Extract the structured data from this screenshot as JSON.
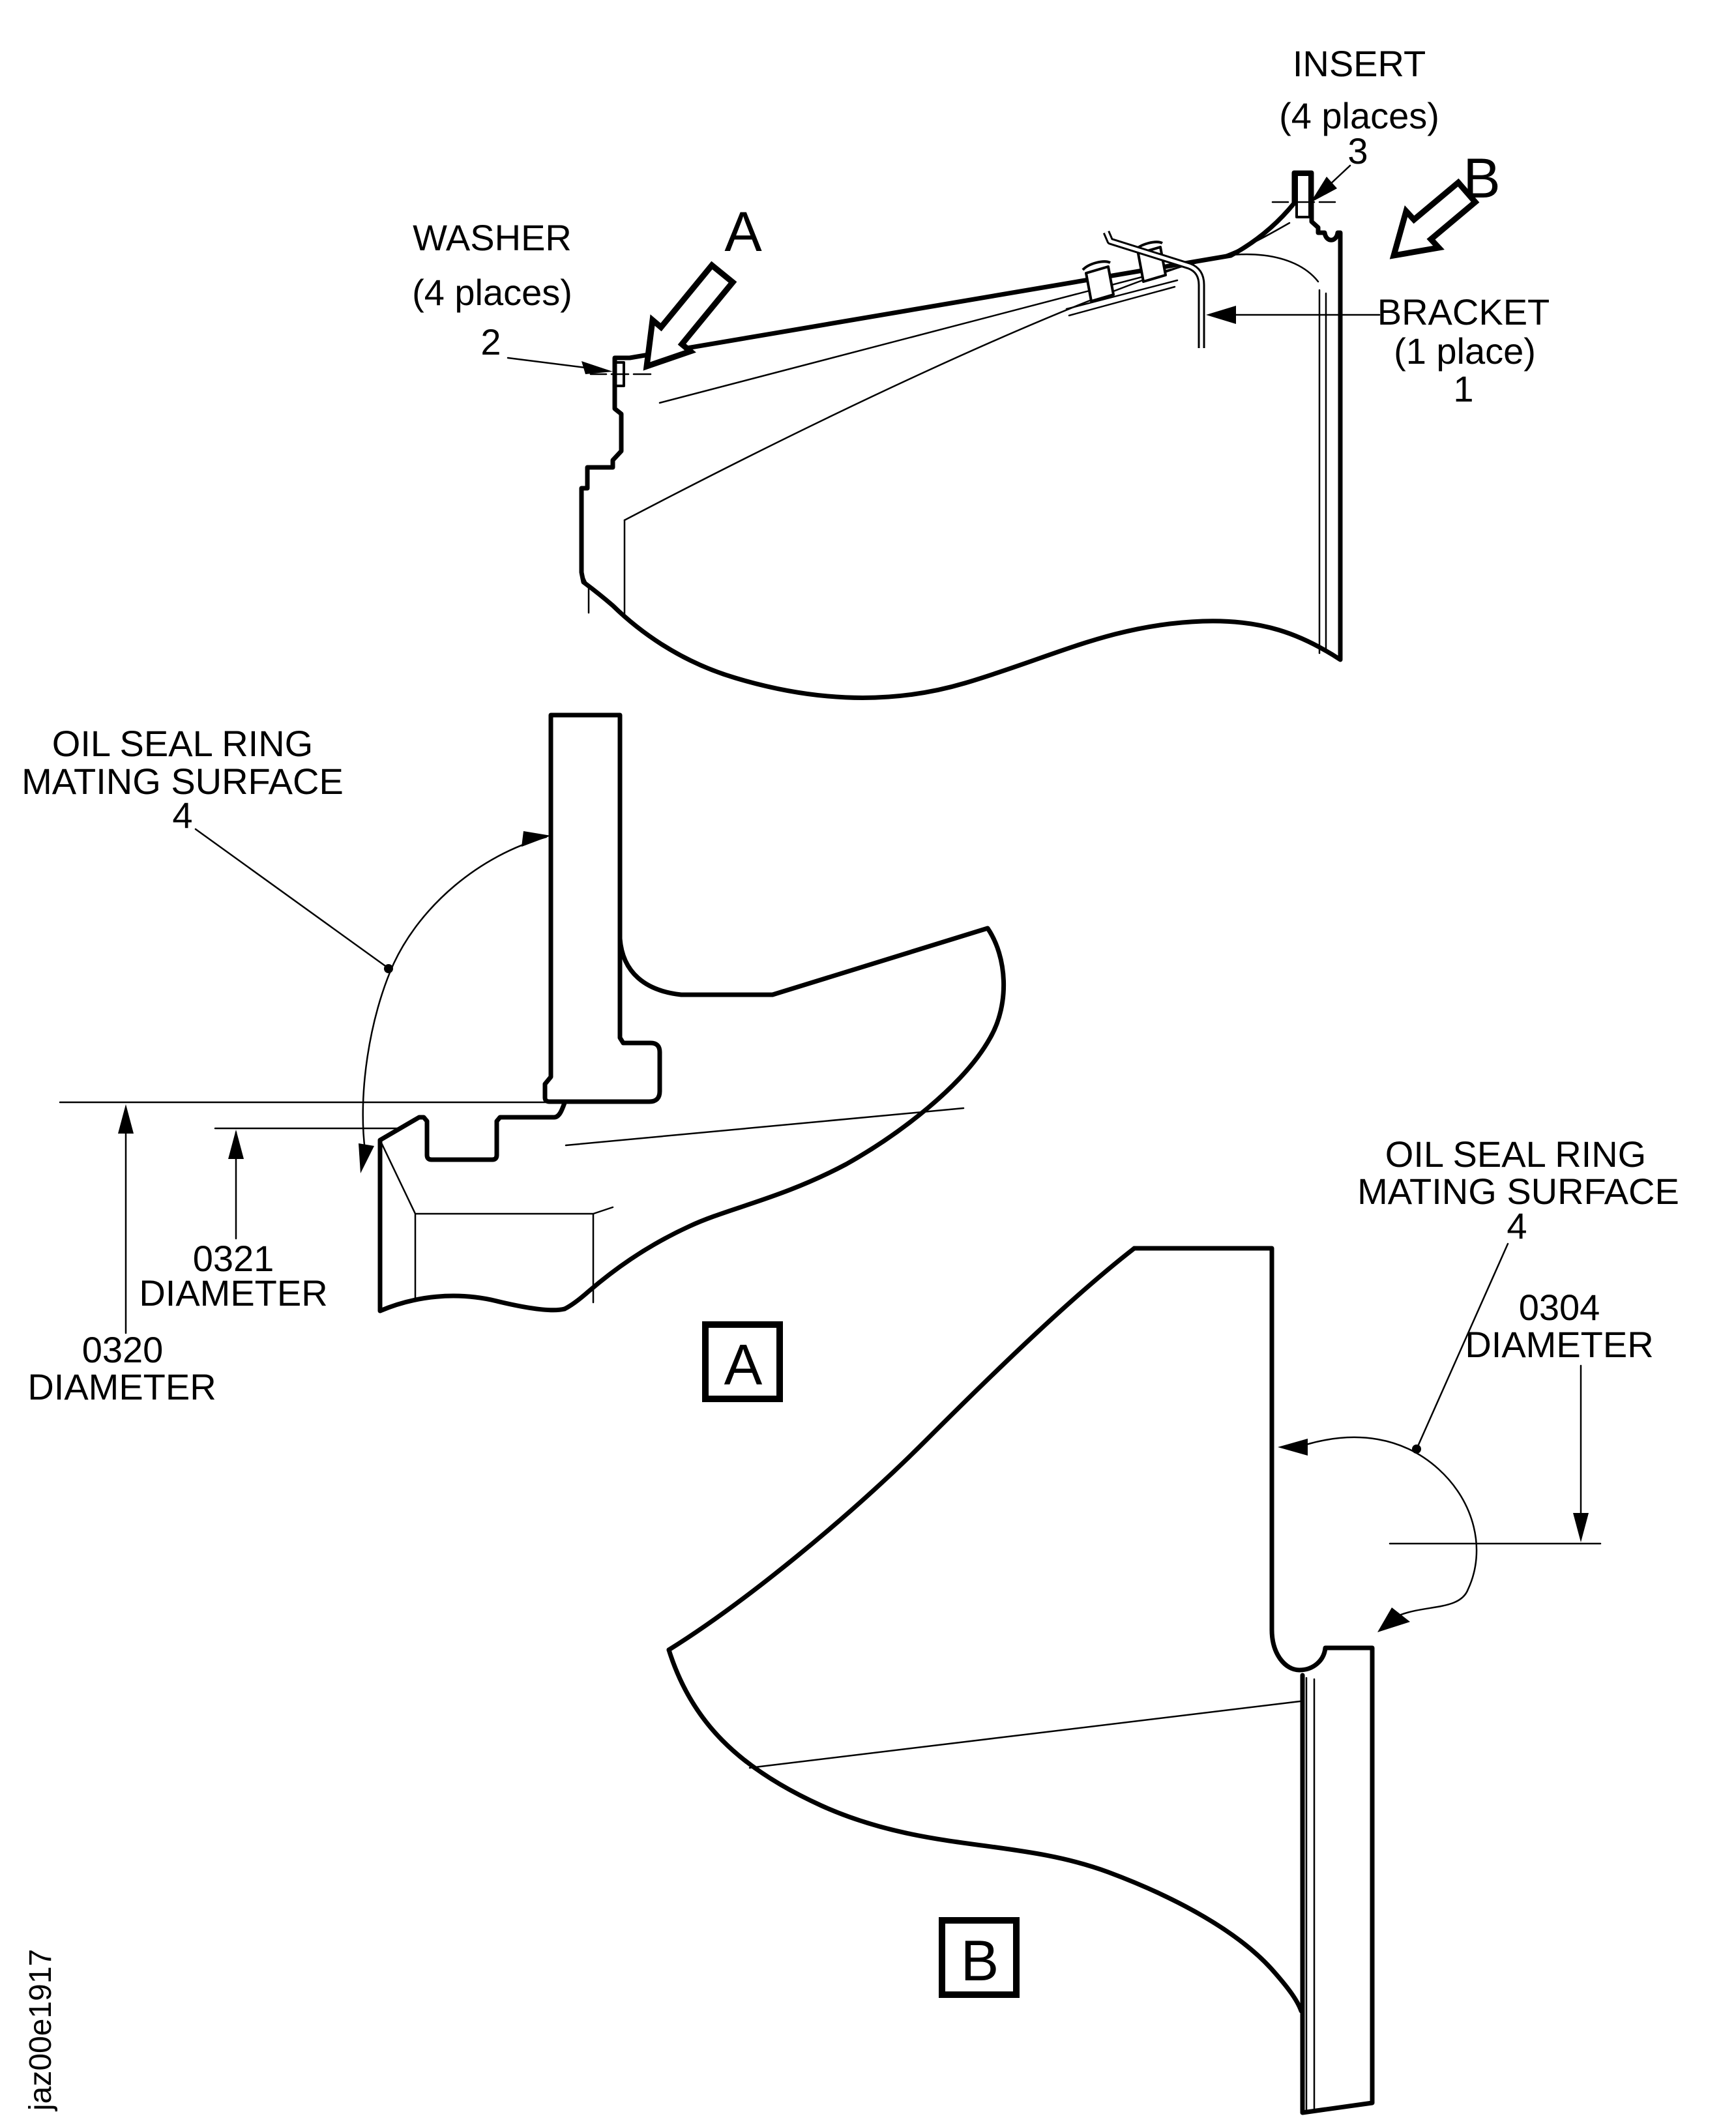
{
  "figure": {
    "id": "jaz00e1917",
    "callouts": {
      "washer": {
        "line1": "WASHER",
        "line2": "(4 places)",
        "number": "2"
      },
      "insert": {
        "line1": "INSERT",
        "line2": "(4 places)",
        "number": "3"
      },
      "bracket": {
        "line1": "BRACKET",
        "line2": "(1 place)",
        "number": "1"
      },
      "oil_seal_a": {
        "line1": "OIL SEAL RING",
        "line2": "MATING SURFACE",
        "number": "4"
      },
      "oil_seal_b": {
        "line1": "OIL SEAL RING",
        "line2": "MATING SURFACE",
        "number": "4"
      }
    },
    "dimensions": {
      "d0320": {
        "value": "0320",
        "label": "DIAMETER"
      },
      "d0321": {
        "value": "0321",
        "label": "DIAMETER"
      },
      "d0304": {
        "value": "0304",
        "label": "DIAMETER"
      }
    },
    "views": {
      "a": "A",
      "b": "B"
    },
    "sections": {
      "a": "A",
      "b": "B"
    },
    "colors": {
      "ink": "#000000",
      "paper": "#ffffff"
    }
  }
}
